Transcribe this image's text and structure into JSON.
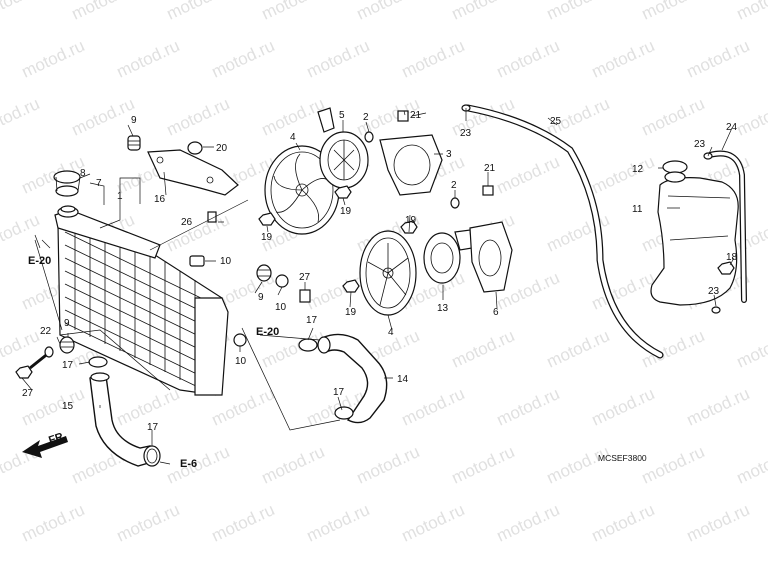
{
  "watermark": "motod.ru",
  "diagram_code": "MCSEF3800",
  "direction_label": "FR.",
  "refs": {
    "e20_left": "E-20",
    "e20_mid": "E-20",
    "e6": "E-6"
  },
  "callouts": {
    "c1": "1",
    "c2a": "2",
    "c2b": "2",
    "c3": "3",
    "c4a": "4",
    "c4b": "4",
    "c5": "5",
    "c6": "6",
    "c7": "7",
    "c8": "8",
    "c9a": "9",
    "c9b": "9",
    "c9c": "9",
    "c10a": "10",
    "c10b": "10",
    "c10c": "10",
    "c11": "11",
    "c12": "12",
    "c13": "13",
    "c14": "14",
    "c15": "15",
    "c16": "16",
    "c17a": "17",
    "c17b": "17",
    "c17c": "17",
    "c17d": "17",
    "c18": "18",
    "c19a": "19",
    "c19b": "19",
    "c19c": "19",
    "c19d": "19",
    "c20": "20",
    "c21a": "21",
    "c21b": "21",
    "c22": "22",
    "c23a": "23",
    "c23b": "23",
    "c23c": "23",
    "c24": "24",
    "c25": "25",
    "c26": "26",
    "c27a": "27",
    "c27b": "27"
  }
}
